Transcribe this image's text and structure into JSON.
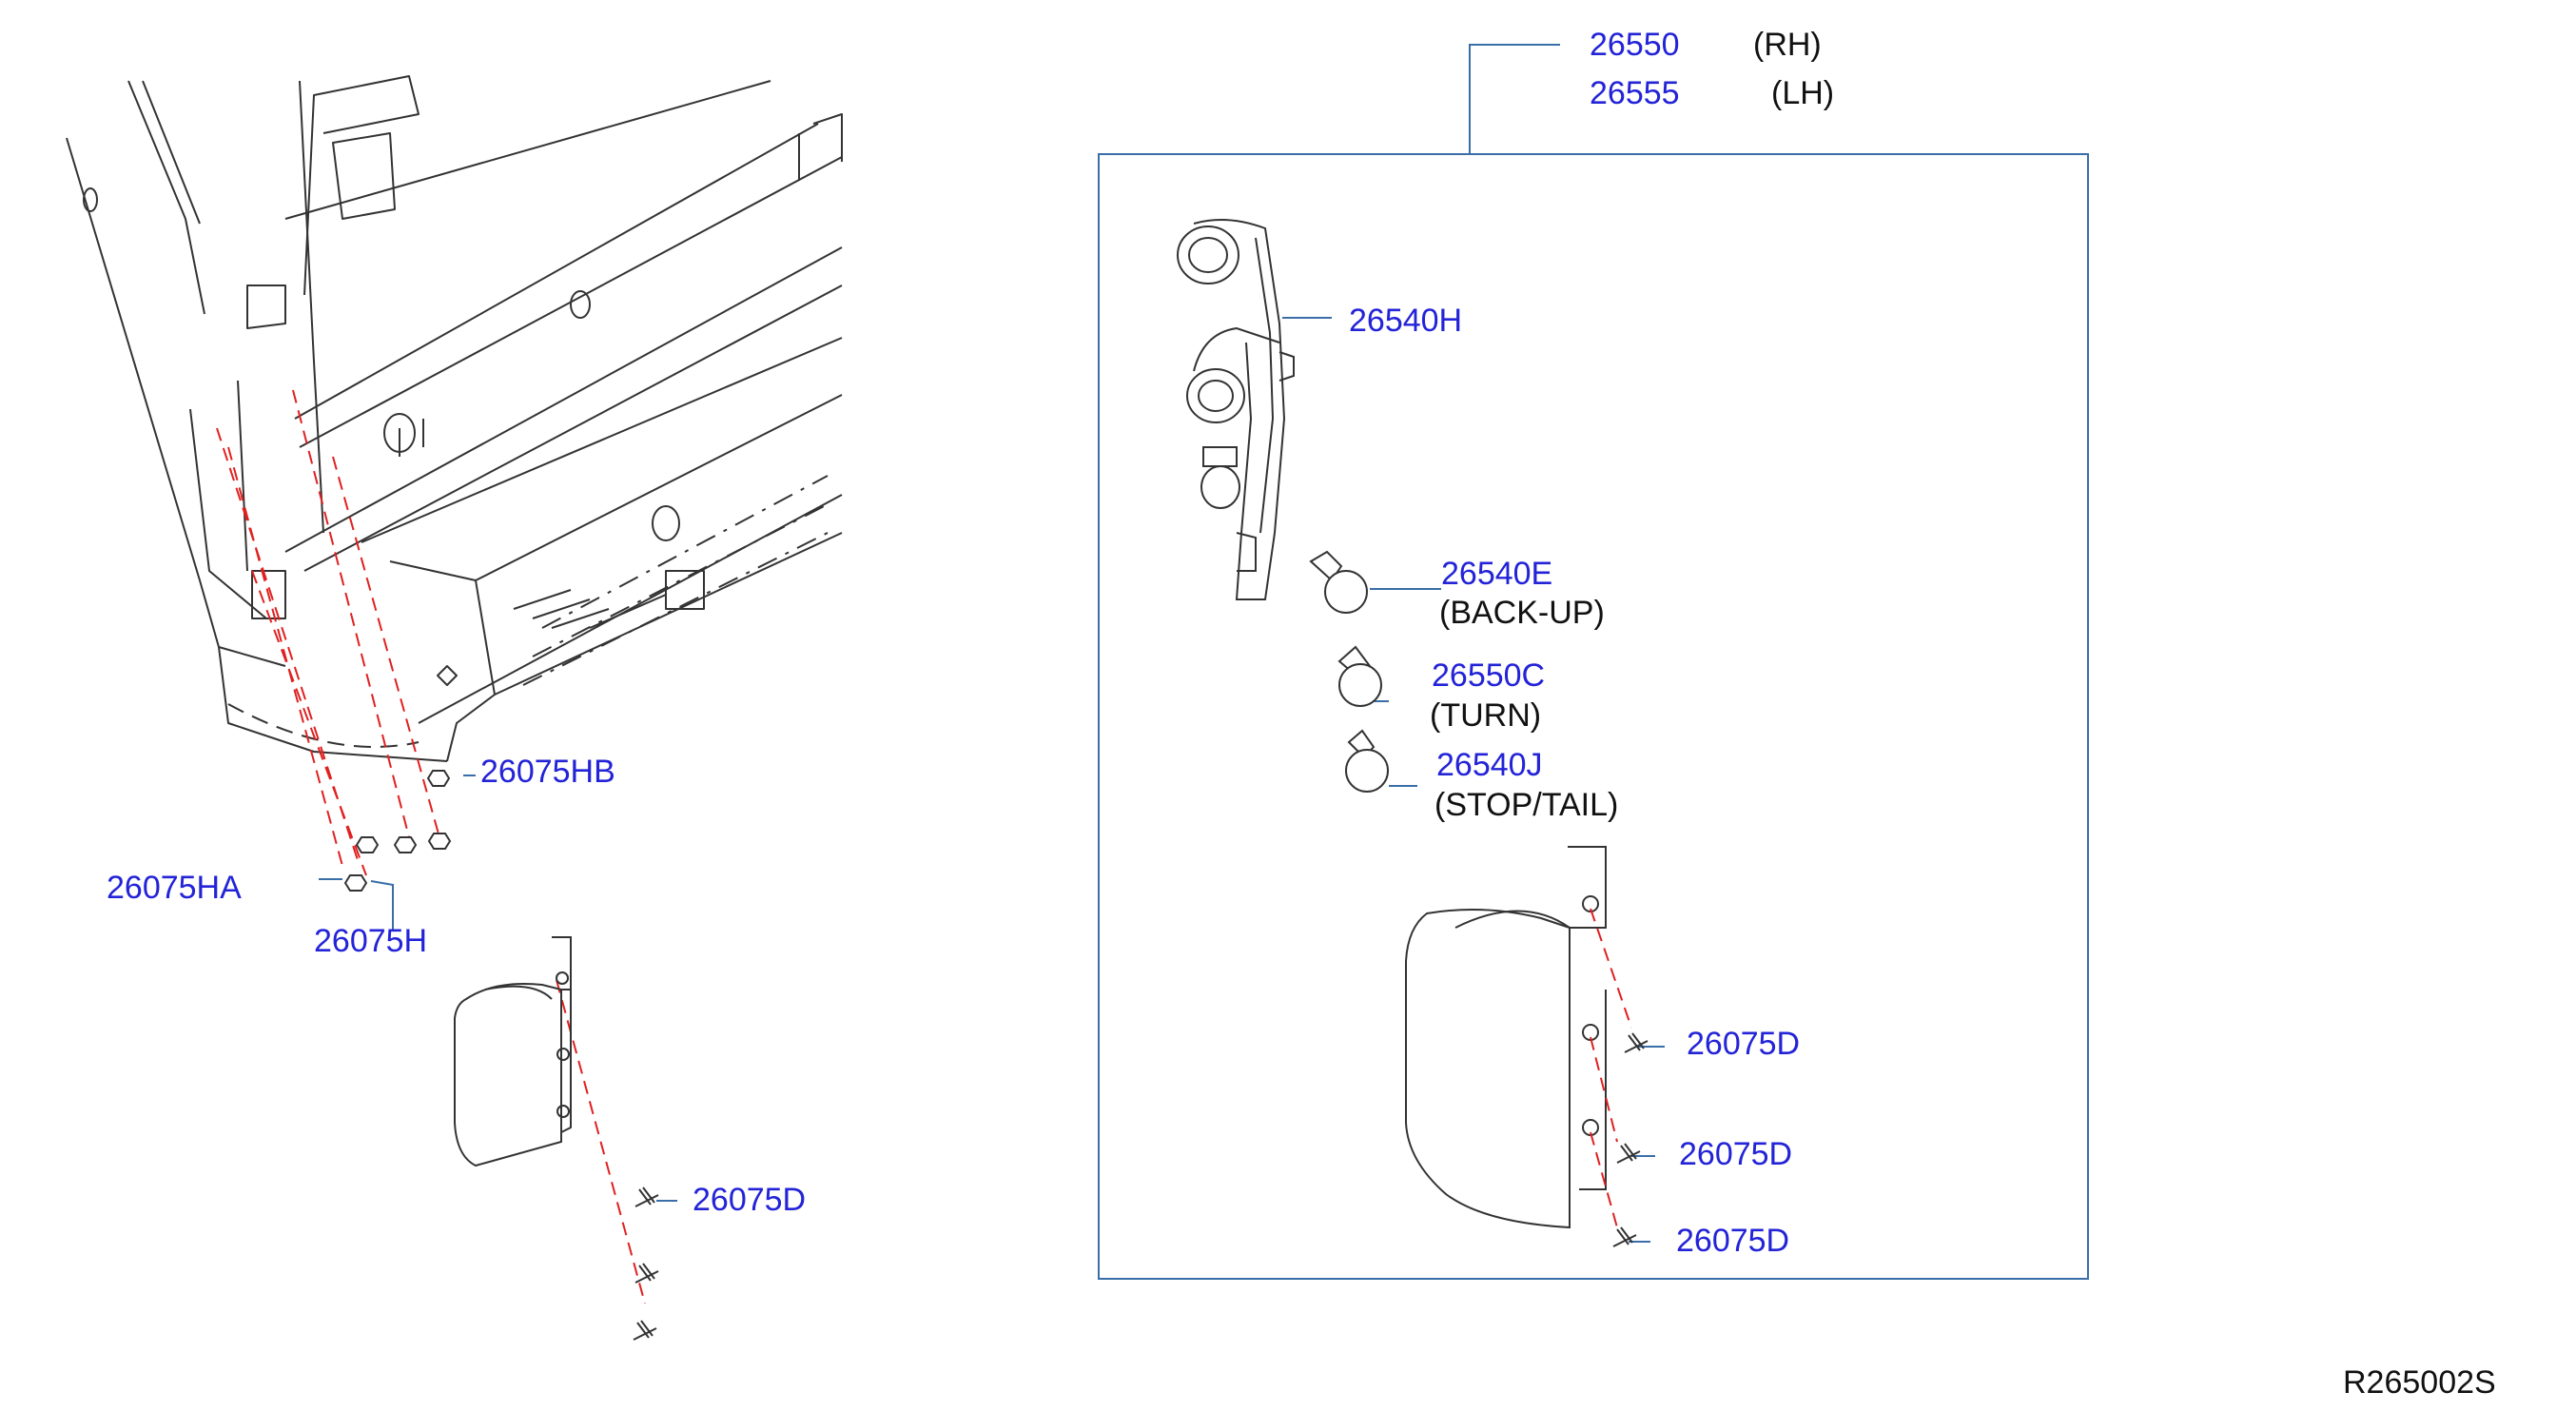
{
  "diagram": {
    "ref_code": "R265002S",
    "colors": {
      "part_number": "#2323d8",
      "text": "#111111",
      "leader": "#3a6ea8",
      "line": "#333333",
      "guide": "#e02020"
    },
    "assembly_labels": [
      {
        "part": "26550",
        "side": "(RH)"
      },
      {
        "part": "26555",
        "side": "(LH)"
      }
    ],
    "callouts": {
      "harness": "26540H",
      "backup_bulb": "26540E",
      "backup_desc": "(BACK-UP)",
      "turn_bulb": "26550C",
      "turn_desc": "(TURN)",
      "stop_bulb": "26540J",
      "stop_desc": "(STOP/TAIL)",
      "nut_hb": "26075HB",
      "nut_ha": "26075HA",
      "nut_h": "26075H",
      "screw_left": "26075D",
      "screw_box_1": "26075D",
      "screw_box_2": "26075D",
      "screw_box_3": "26075D"
    }
  }
}
